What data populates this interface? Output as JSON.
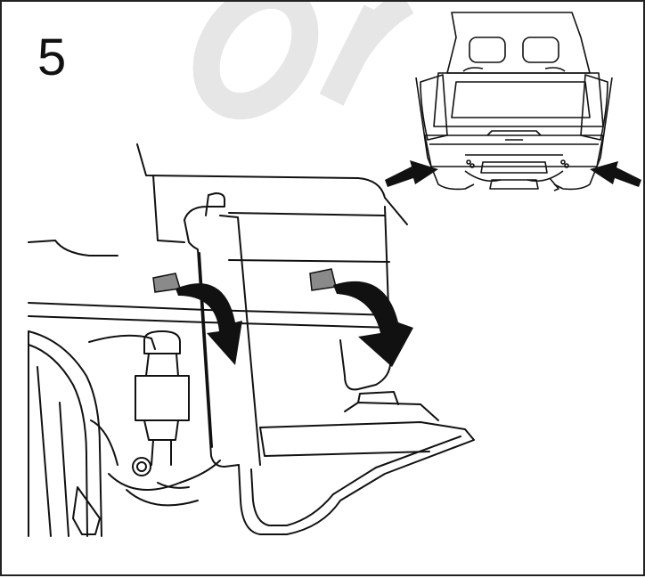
{
  "step": {
    "number": "5"
  },
  "watermark": {
    "text": "Or"
  },
  "colors": {
    "line": "#111111",
    "arrow": "#111111",
    "clip": "#8a8a8a",
    "watermark": "#e6e6e6",
    "background": "#ffffff"
  },
  "illustration": {
    "main": "rear-bumper-corner-with-clips",
    "inset": "vehicle-rear-view",
    "icons": [
      "clip-icon-left",
      "clip-icon-right",
      "curved-arrow-left",
      "curved-arrow-right",
      "pointer-arrow-left",
      "pointer-arrow-right"
    ]
  }
}
